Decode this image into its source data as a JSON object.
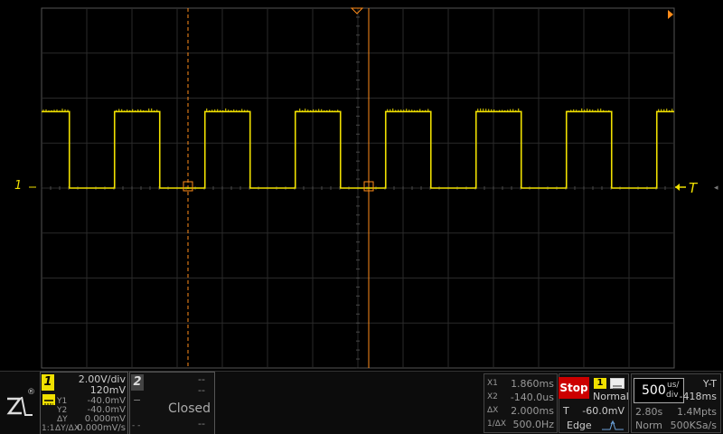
{
  "scope": {
    "ch1_marker": "1",
    "trigger_marker": "T",
    "right_arrow": "◂"
  },
  "waveform": {
    "color": "#f0e000",
    "type": "square",
    "high_level_divs": 1.7,
    "low_level_divs": 0,
    "first_falling_edge_time_divs": 0.615,
    "period_divs": 2.0,
    "duty_cycle": 0.5
  },
  "cursors": {
    "x1_color": "#ff8c1a",
    "x2_color": "#ff8c1a"
  },
  "ch1": {
    "number": "1",
    "scale": "2.00V/div",
    "offset": "120mV",
    "y1_label": "Y1",
    "y1_value": "-40.0mV",
    "y2_label": "Y2",
    "y2_value": "-40.0mV",
    "dy_label": "ΔY",
    "dy_value": "0.000mV",
    "ratio_label": "1:1",
    "dydx_label": "ΔY/ΔX",
    "dydx_value": "0.000mV/s",
    "color": "#f0e000"
  },
  "ch2": {
    "number": "2",
    "scale": "--",
    "offset": "--",
    "state": "Closed",
    "minus_label": "−",
    "dashes_a": "--",
    "dashes_b": "- -"
  },
  "cursor_readout": {
    "x1_label": "X1",
    "x1_value": "1.860ms",
    "x2_label": "X2",
    "x2_value": "-140.0us",
    "dx_label": "ΔX",
    "dx_value": "2.000ms",
    "inv_dx_label": "1/ΔX",
    "inv_dx_value": "500.0Hz"
  },
  "trigger": {
    "run_state": "Stop",
    "source": "1",
    "mode": "Normal",
    "level_label": "T",
    "level_value": "-60.0mV",
    "type": "Edge"
  },
  "timebase": {
    "value": "500",
    "unit_top": "us/",
    "unit_bottom": "div",
    "mode": "Y-T",
    "offset": "-418ms",
    "duration": "2.80s",
    "memory": "1.4Mpts",
    "acq_mode": "Norm",
    "sample_rate": "500KSa/s"
  },
  "brand": {
    "logo_text": "ZLG",
    "registered": "®"
  }
}
